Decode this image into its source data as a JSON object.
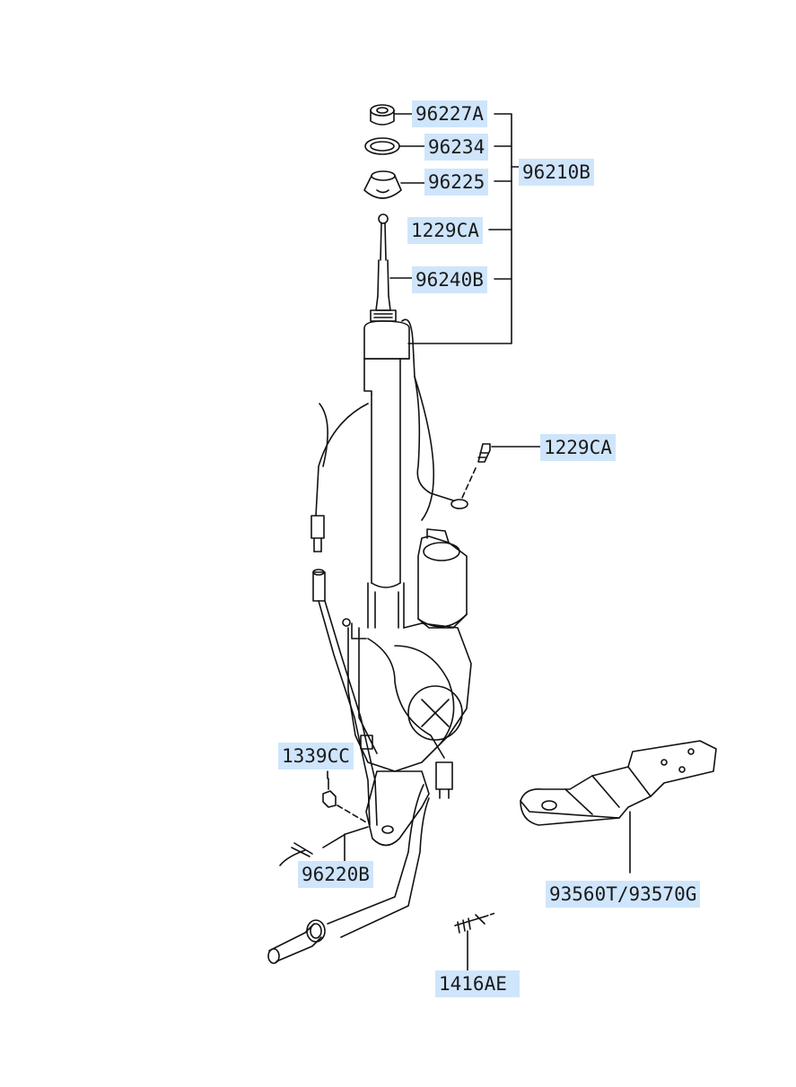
{
  "labels": {
    "l_96227A": "96227A",
    "l_96234": "96234",
    "l_96225": "96225",
    "l_96210B": "96210B",
    "l_1229CA_top": "1229CA",
    "l_96240B": "96240B",
    "l_1229CA_right": "1229CA",
    "l_1339CC": "1339CC",
    "l_96220B": "96220B",
    "l_93560T": "93560T/93570G",
    "l_1416AE": "1416AE"
  },
  "colors": {
    "label_bg": "#cfe5fb",
    "line": "#111111"
  }
}
